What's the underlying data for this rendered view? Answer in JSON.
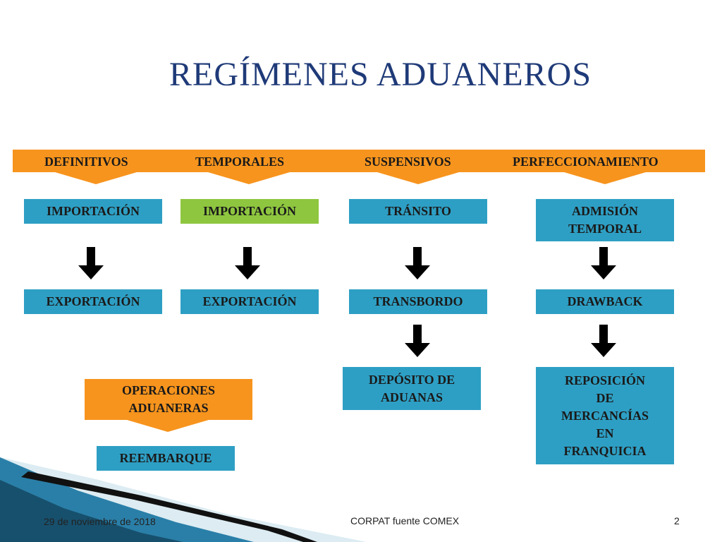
{
  "slide": {
    "title": "REGÍMENES ADUANEROS",
    "categories": [
      "DEFINITIVOS",
      "TEMPORALES",
      "SUSPENSIVOS",
      "PERFECCIONAMIENTO"
    ],
    "definitivos": {
      "box1": "IMPORTACIÓN",
      "box2": "EXPORTACIÓN"
    },
    "temporales": {
      "box1": "IMPORTACIÓN",
      "box2": "EXPORTACIÓN"
    },
    "suspensivos": {
      "box1": "TRÁNSITO",
      "box2": "TRANSBORDO",
      "box3_line1": "DEPÓSITO DE",
      "box3_line2": "ADUANAS"
    },
    "perfeccionamiento": {
      "box1_line1": "ADMISIÓN",
      "box1_line2": "TEMPORAL",
      "box2": "DRAWBACK",
      "box3_lines": [
        "REPOSICIÓN",
        "DE",
        "MERCANCÍAS",
        "EN",
        "FRANQUICIA"
      ]
    },
    "operaciones": {
      "line1": "OPERACIONES",
      "line2": "ADUANERAS",
      "result": "REEMBARQUE"
    }
  },
  "footer": {
    "date": "29 de noviembre de 2018",
    "source": "CORPAT  fuente  COMEX",
    "page": "2"
  },
  "colors": {
    "title": "#1f3a78",
    "orange": "#f7941d",
    "blue": "#2e9fc4",
    "green": "#8ec63f"
  }
}
